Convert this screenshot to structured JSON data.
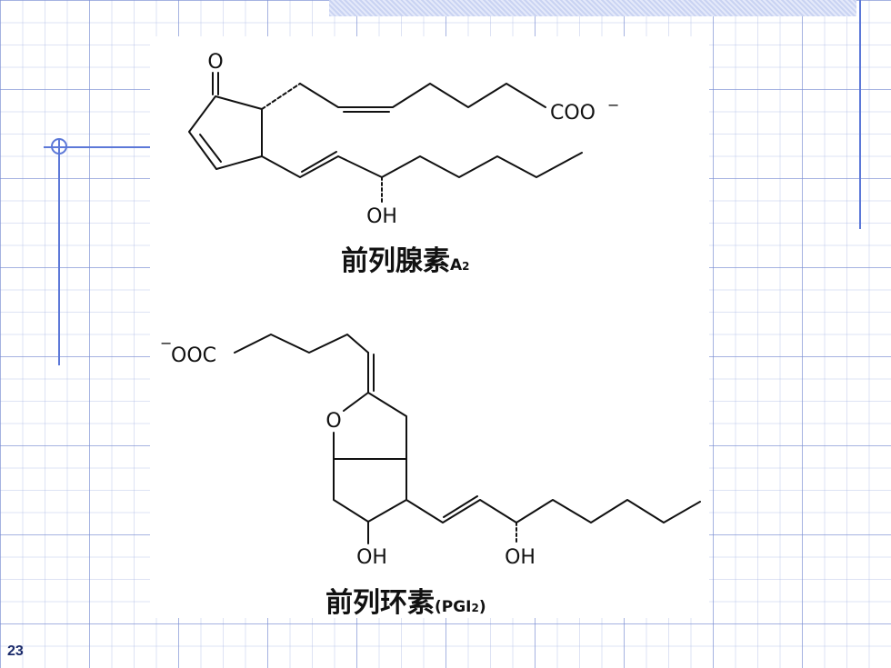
{
  "slide": {
    "number": "23"
  },
  "molecule_a": {
    "atoms": {
      "carbonyl_o": "O",
      "carboxylate": "COO",
      "carboxylate_charge": "−",
      "hydroxyl": "OH"
    },
    "caption": {
      "name": "前列腺素",
      "suffix": "A",
      "suffix_sub": "2"
    }
  },
  "molecule_b": {
    "atoms": {
      "carboxylate_charge": "−",
      "carboxylate": "OOC",
      "ring_o": "O",
      "hydroxyl_1": "OH",
      "hydroxyl_2": "OH"
    },
    "caption": {
      "name": "前列环素",
      "suffix": "(PGI",
      "suffix_sub": "2",
      "suffix_close": ")"
    }
  },
  "colors": {
    "grid": "#7b8fd6",
    "accent_line": "#5c78d8",
    "band": "#c9d3f2"
  }
}
